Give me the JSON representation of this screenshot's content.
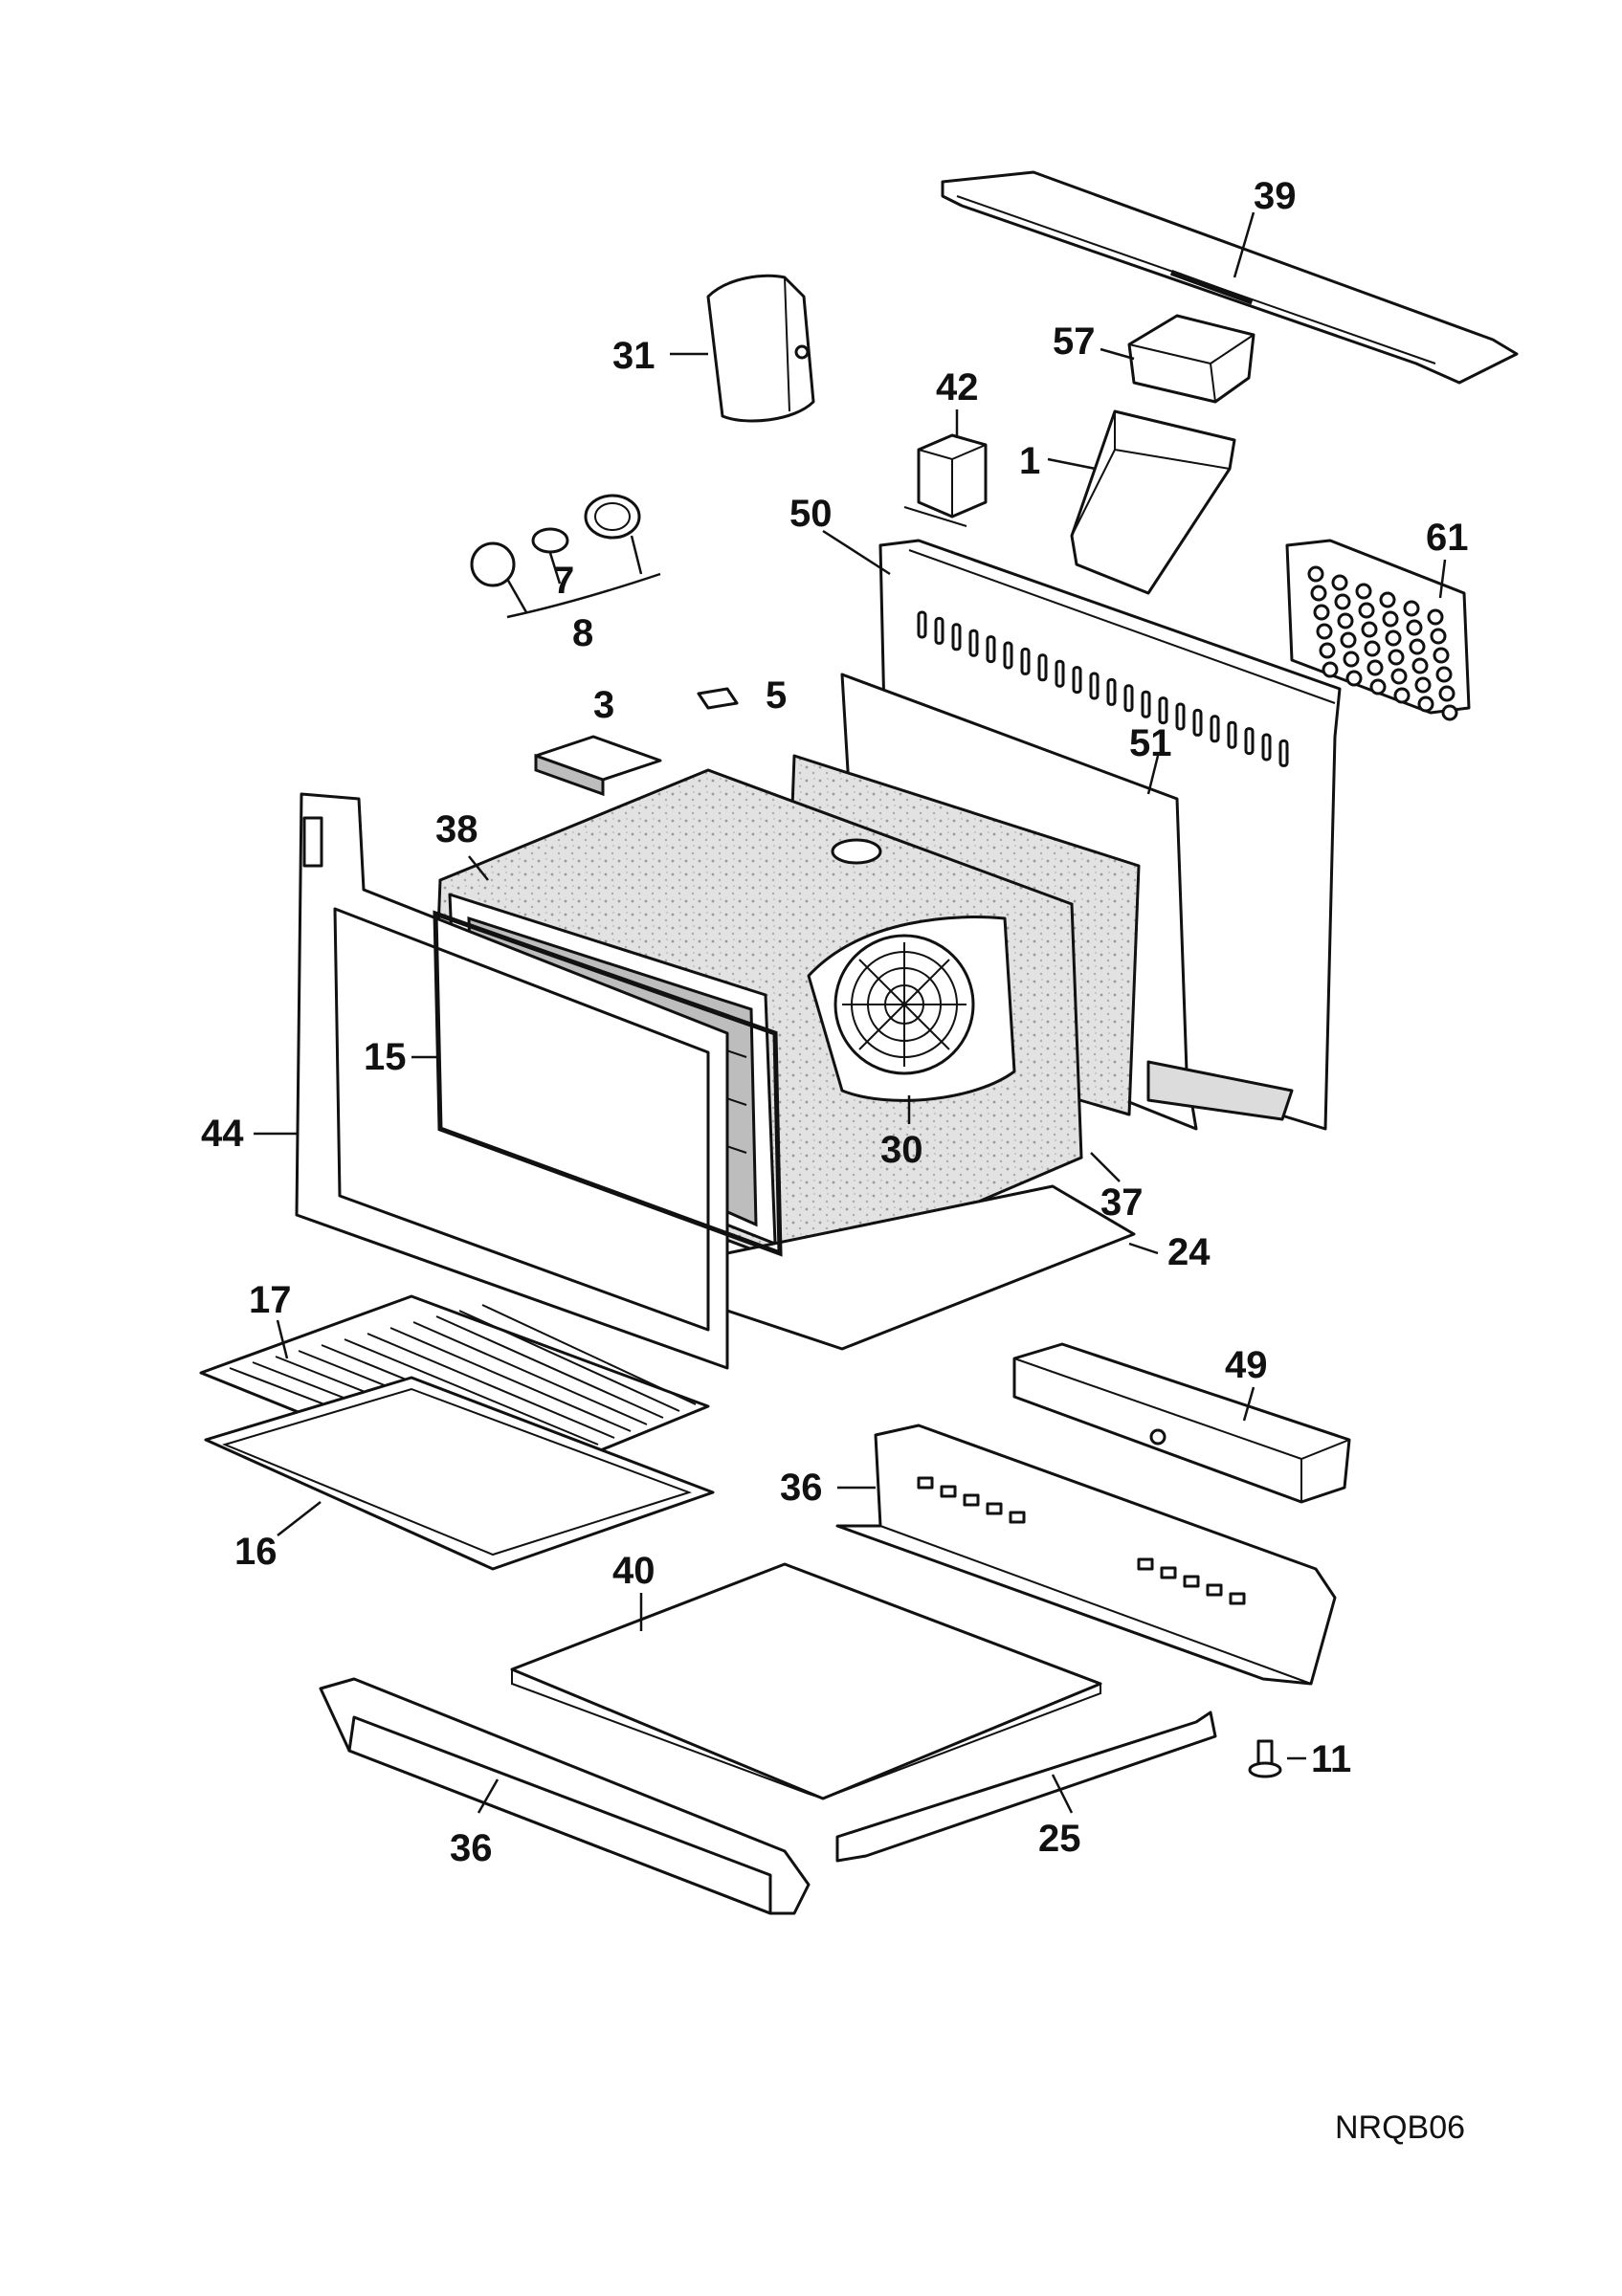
{
  "diagram": {
    "reference_code": "NRQB06",
    "callouts": [
      {
        "id": "c39",
        "label": "39"
      },
      {
        "id": "c31",
        "label": "31"
      },
      {
        "id": "c57",
        "label": "57"
      },
      {
        "id": "c42",
        "label": "42"
      },
      {
        "id": "c1",
        "label": "1"
      },
      {
        "id": "c50",
        "label": "50"
      },
      {
        "id": "c61",
        "label": "61"
      },
      {
        "id": "c7",
        "label": "7"
      },
      {
        "id": "c8",
        "label": "8"
      },
      {
        "id": "c5",
        "label": "5"
      },
      {
        "id": "c3",
        "label": "3"
      },
      {
        "id": "c51",
        "label": "51"
      },
      {
        "id": "c38",
        "label": "38"
      },
      {
        "id": "c15",
        "label": "15"
      },
      {
        "id": "c44",
        "label": "44"
      },
      {
        "id": "c30",
        "label": "30"
      },
      {
        "id": "c37",
        "label": "37"
      },
      {
        "id": "c24",
        "label": "24"
      },
      {
        "id": "c17",
        "label": "17"
      },
      {
        "id": "c49",
        "label": "49"
      },
      {
        "id": "c36a",
        "label": "36"
      },
      {
        "id": "c16",
        "label": "16"
      },
      {
        "id": "c40",
        "label": "40"
      },
      {
        "id": "c11",
        "label": "11"
      },
      {
        "id": "c25",
        "label": "25"
      },
      {
        "id": "c36b",
        "label": "36"
      }
    ]
  }
}
